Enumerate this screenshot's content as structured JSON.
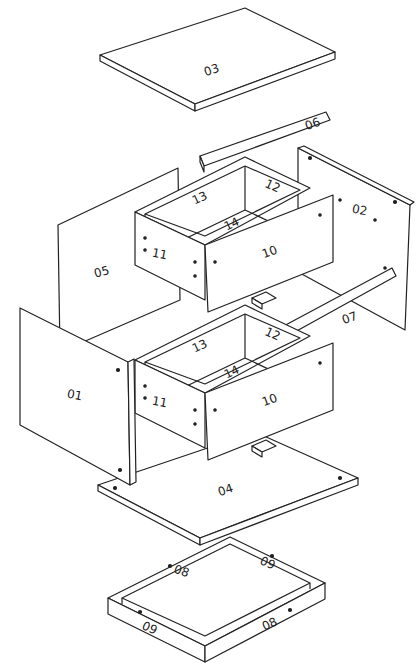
{
  "diagram": {
    "labels": [
      "03",
      "06",
      "13",
      "12",
      "02",
      "14",
      "05",
      "11",
      "10",
      "07",
      "13",
      "12",
      "01",
      "14",
      "11",
      "10",
      "04",
      "08",
      "09",
      "09",
      "08"
    ]
  }
}
